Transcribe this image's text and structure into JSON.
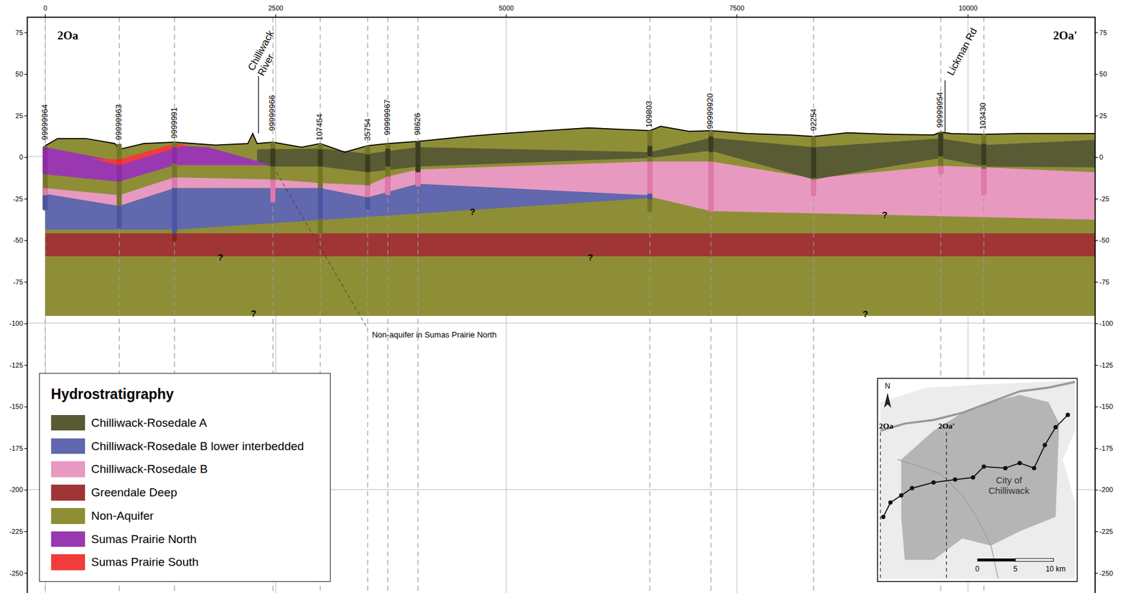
{
  "diagram": {
    "labels": [
      "0",
      "2500",
      "5000",
      "7500",
      "10000",
      "75",
      "50",
      "25",
      "0",
      "-25",
      "-50",
      "-75",
      "-100",
      "-125",
      "-150",
      "-175",
      "-200",
      "-225",
      "-250",
      "75",
      "50",
      "25",
      "0",
      "-25",
      "-50",
      "-75",
      "-100",
      "-125",
      "-150",
      "-175",
      "-200",
      "-225",
      "-250",
      "2Oa",
      "2Oa'",
      "Chilliwack River",
      "Lickman Rd",
      "99999964",
      "99999963",
      "9999991",
      "99999966",
      "107454",
      "35754",
      "99999967",
      "98626",
      "109803",
      "99999920",
      "92254",
      "99999954",
      "103430",
      "?",
      "?",
      "?",
      "?",
      "?",
      "?",
      "Non-aquifer in Sumas Prairie North",
      "Hydrostratigraphy",
      "N",
      "2Oa",
      "2Oa'",
      "City of Chilliwack",
      "0",
      "5",
      "10 km"
    ],
    "legend": [
      {
        "text": "Chilliwack-Rosedale A",
        "color": "#585b33"
      },
      {
        "text": "Chilliwack-Rosedale B lower interbedded",
        "color": "#6168ad"
      },
      {
        "text": "Chilliwack-Rosedale B",
        "color": "#e899c0"
      },
      {
        "text": "Greendale Deep",
        "color": "#a03535"
      },
      {
        "text": "Non-Aquifer",
        "color": "#8e8e36"
      },
      {
        "text": "Sumas Prairie North",
        "color": "#9a38b2"
      },
      {
        "text": "Sumas Prairie South",
        "color": "#f23b3b"
      }
    ]
  }
}
